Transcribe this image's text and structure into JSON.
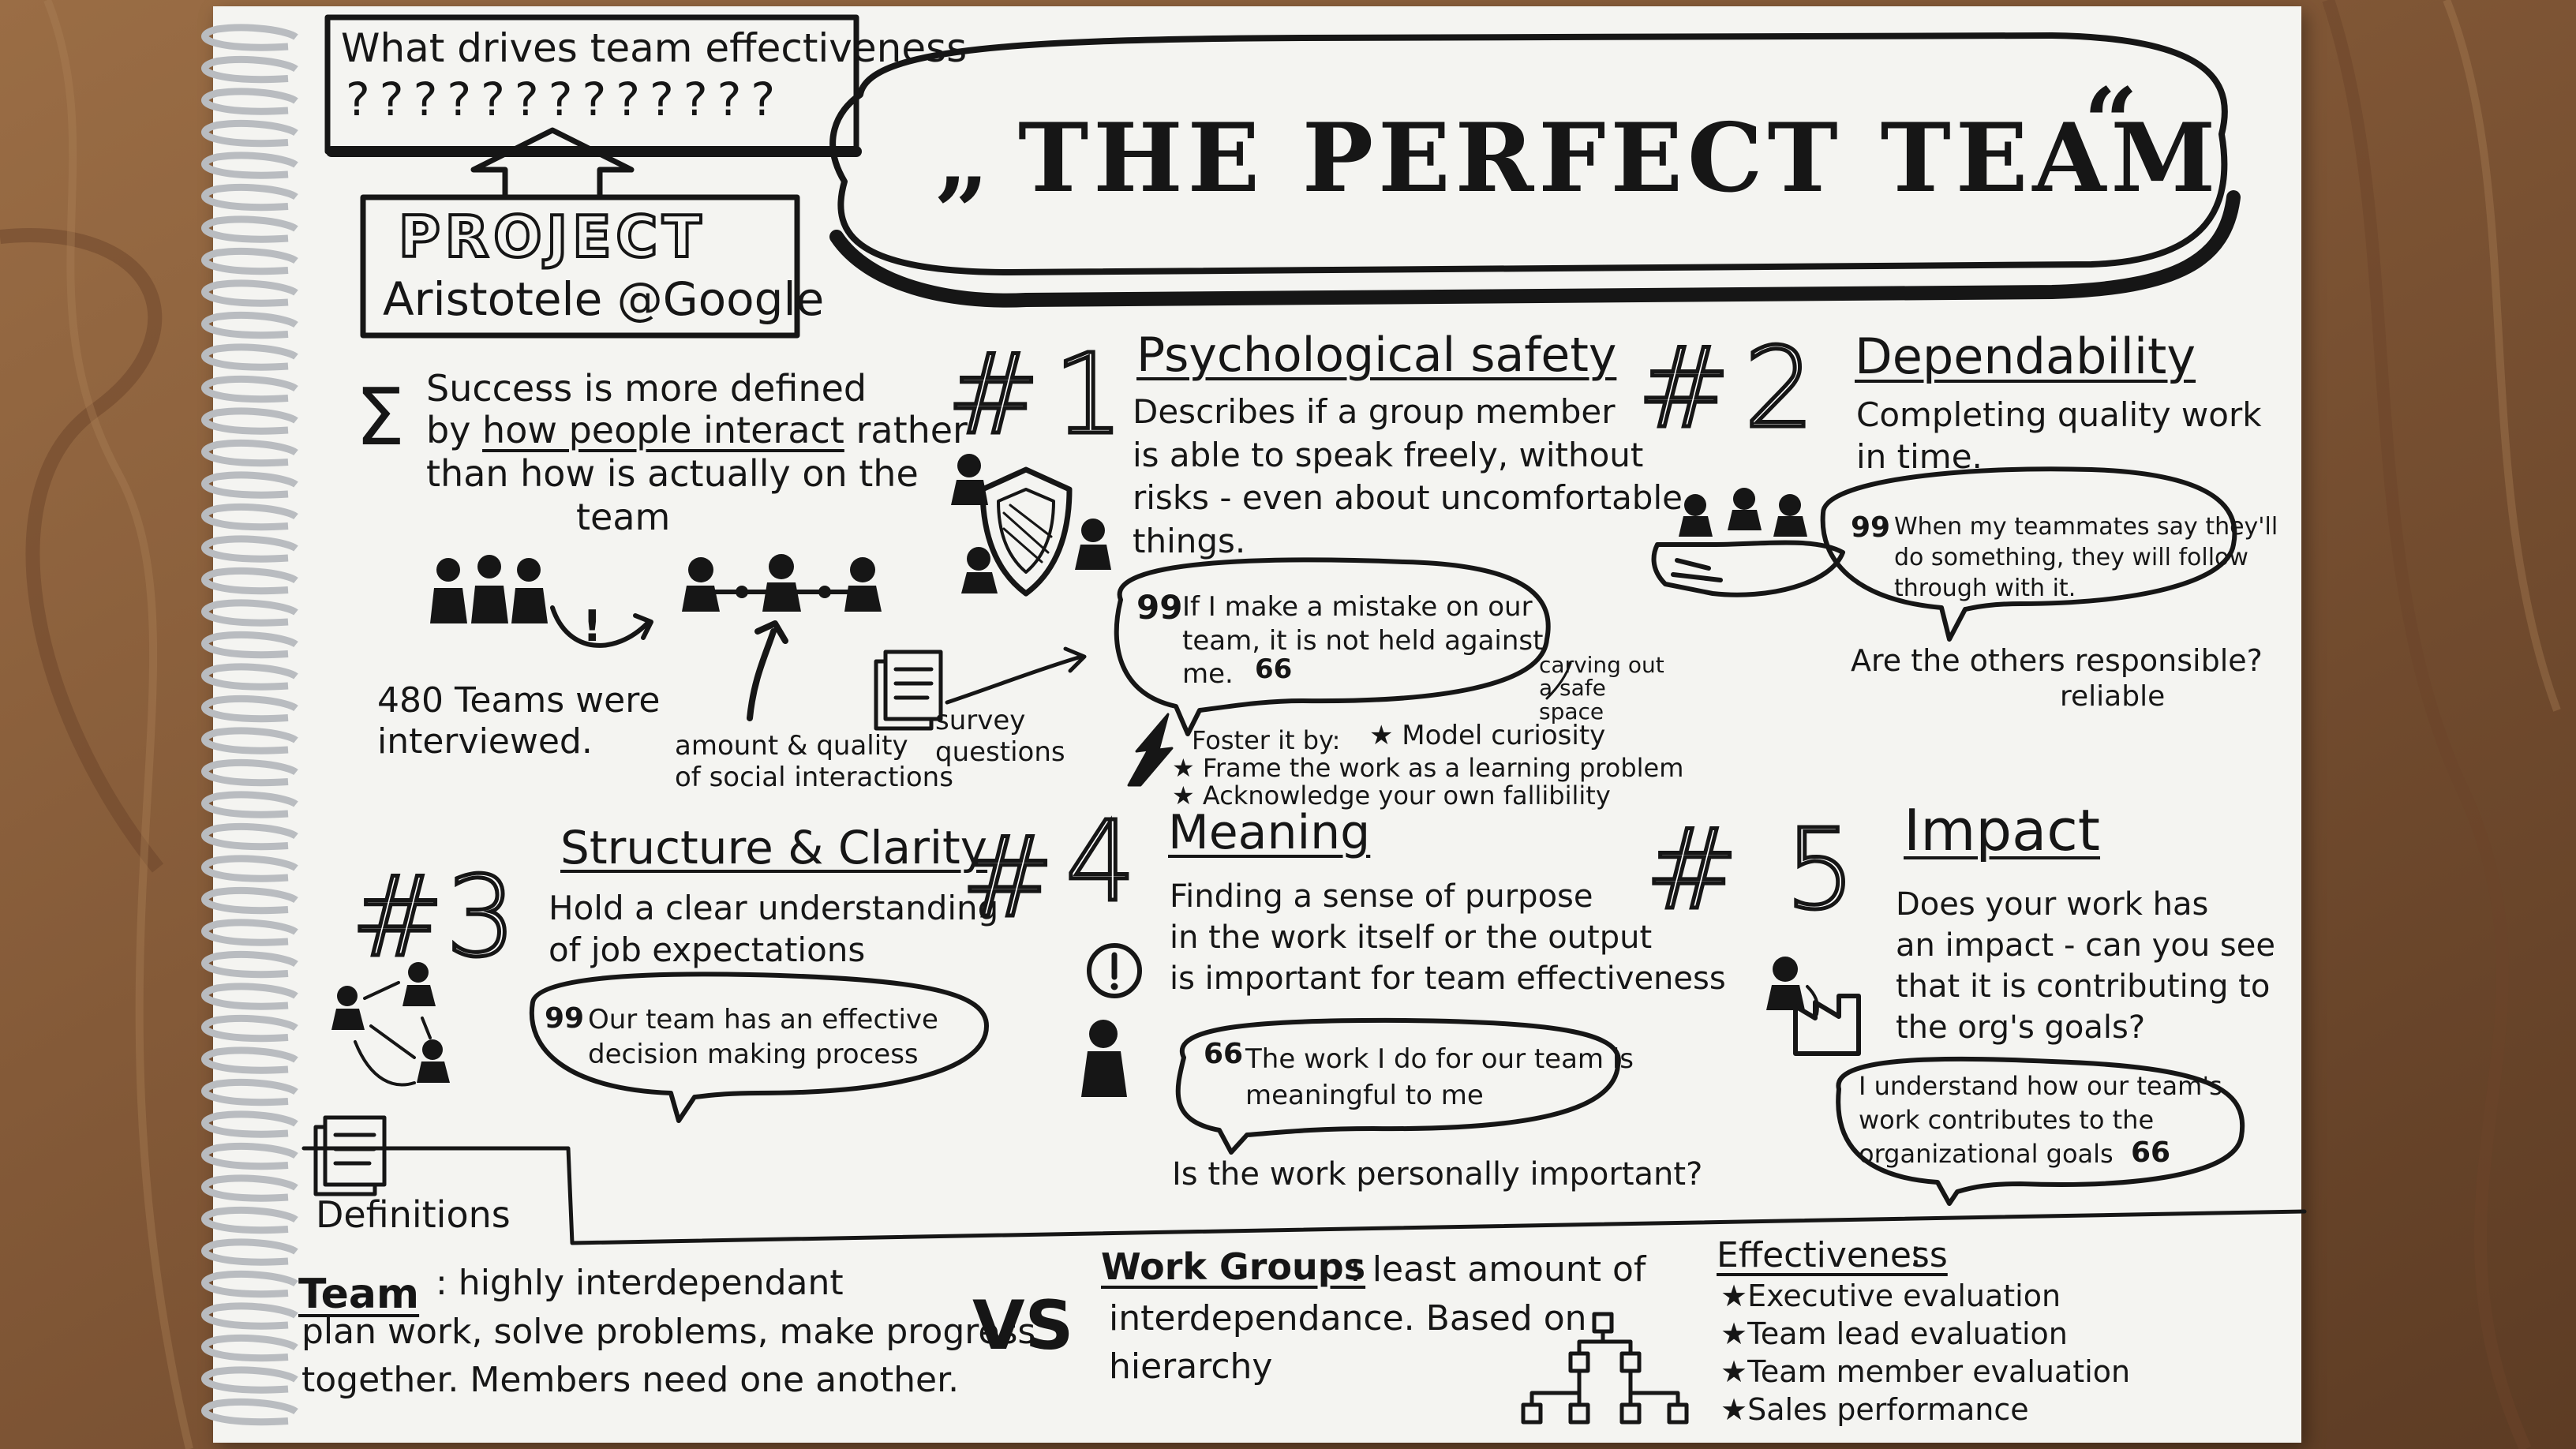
{
  "header": {
    "question": "What drives team effectiveness",
    "question_marks": "?????????????",
    "project_label": "PROJECT",
    "project_name": "Aristotele @Google",
    "title_open_quote": "„",
    "title": "THE PERFECT TEAM",
    "title_close_quote": "“"
  },
  "intro": {
    "sigma": "Σ",
    "line1": "Success is more defined",
    "line2_pre": "by ",
    "line2_underlined": "how people interact",
    "line2_post": " rather",
    "line3": "than how is actually on the",
    "line4": "team",
    "exclaim": "!",
    "teams_interviewed": "480 Teams were\ninterviewed.",
    "social_note": "amount & quality\nof social interactions",
    "survey_note": "survey\nquestions"
  },
  "sections": {
    "s1": {
      "hash": "#",
      "number": "1",
      "heading": "Psychological safety",
      "body": "Describes if a group member\nis able to speak freely, without\nrisks - even about uncomfortable\nthings.",
      "quote": "If I make a mistake on our\nteam, it is not held against\nme.",
      "quote_open": "99",
      "quote_close": "66",
      "foster_label": "Foster it by:",
      "foster_items": [
        "Model curiosity",
        "Frame the work as a learning problem",
        "Acknowledge your own fallibility"
      ],
      "side_note": "carving out\na safe\nspace"
    },
    "s2": {
      "hash": "#",
      "number": "2",
      "heading": "Dependability",
      "body": "Completing quality work\nin time.",
      "quote": "When my teammates say they'll\ndo something, they will follow\nthrough with it.",
      "quote_open": "99",
      "question": "Are the others responsible?",
      "question2": "reliable"
    },
    "s3": {
      "hash": "#",
      "number": "3",
      "heading": "Structure & Clarity",
      "body": "Hold a clear understanding\nof job expectations",
      "quote": "Our team has an effective\ndecision making process",
      "quote_open": "99"
    },
    "s4": {
      "hash": "#",
      "number": "4",
      "heading": "Meaning",
      "body": "Finding a sense of purpose\nin the work itself or the output\nis important for team effectiveness",
      "quote": "The work I do for our team is\nmeaningful to me",
      "quote_open": "66",
      "question": "Is the work personally important?"
    },
    "s5": {
      "hash": "#",
      "number": "5",
      "heading": "Impact",
      "body": "Does your work has\nan impact - can you see\nthat it is contributing to\nthe org's goals?",
      "quote": "I understand how our team's\nwork contributes to the\norganizational goals",
      "quote_close": "66"
    }
  },
  "definitions": {
    "label": "Definitions",
    "team_label": "Team",
    "team_text": ": highly interdependant\nplan work, solve problems, make progress\ntogether. Members need one another.",
    "vs": "VS",
    "groups_label": "Work Groups",
    "groups_text": ": least amount of\ninterdependance. Based on\nhierarchy",
    "effectiveness_label": "Effectiveness",
    "effectiveness_colon": ":",
    "effectiveness_items": [
      "Executive evaluation",
      "Team lead evaluation",
      "Team member evaluation",
      "Sales performance"
    ]
  }
}
